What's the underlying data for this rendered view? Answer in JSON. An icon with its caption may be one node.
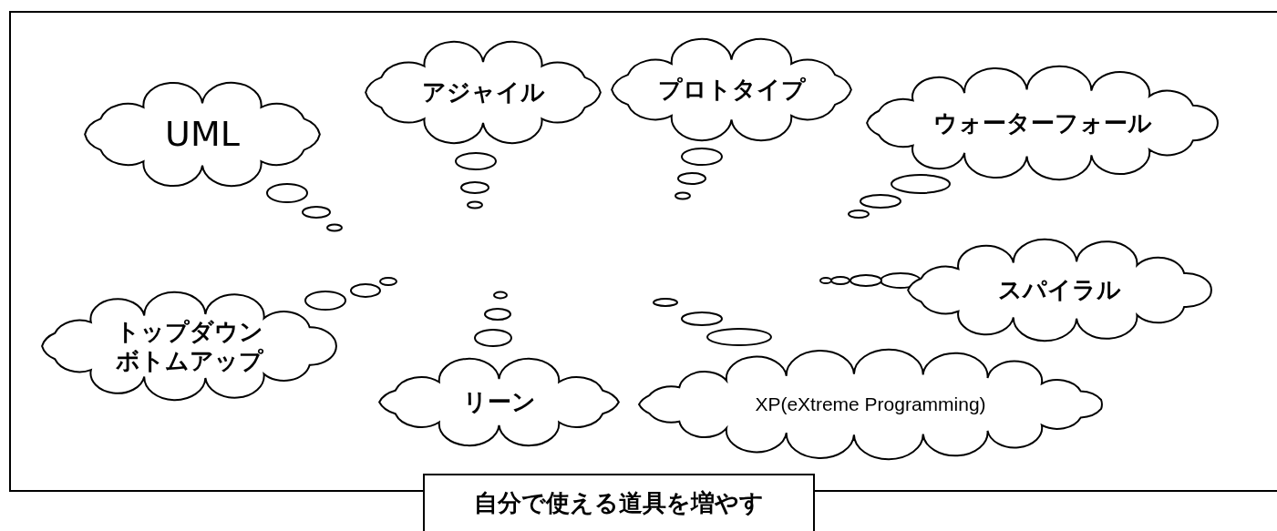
{
  "diagram": {
    "nodes": [
      {
        "text": [],
        "shape": "box"
      },
      {
        "text": [
          "UML"
        ],
        "in": 0
      },
      {
        "text": [
          "アジャイル"
        ],
        "in": 0
      },
      {
        "text": [
          "プロトタイプ"
        ],
        "in": 0
      },
      {
        "text": [
          "ウォーターフォール"
        ],
        "in": 0
      },
      {
        "text": [
          "スパイラル"
        ],
        "in": 0
      },
      {
        "text": [
          "トップダウン",
          "ボトムアップ"
        ],
        "in": 0
      },
      {
        "text": [
          "リーン"
        ],
        "in": 0
      },
      {
        "text": [
          "XP(eXtreme Programming)"
        ],
        "in": 0
      },
      {
        "text": [
          "自分で使える道具を増やす"
        ]
      }
    ]
  }
}
